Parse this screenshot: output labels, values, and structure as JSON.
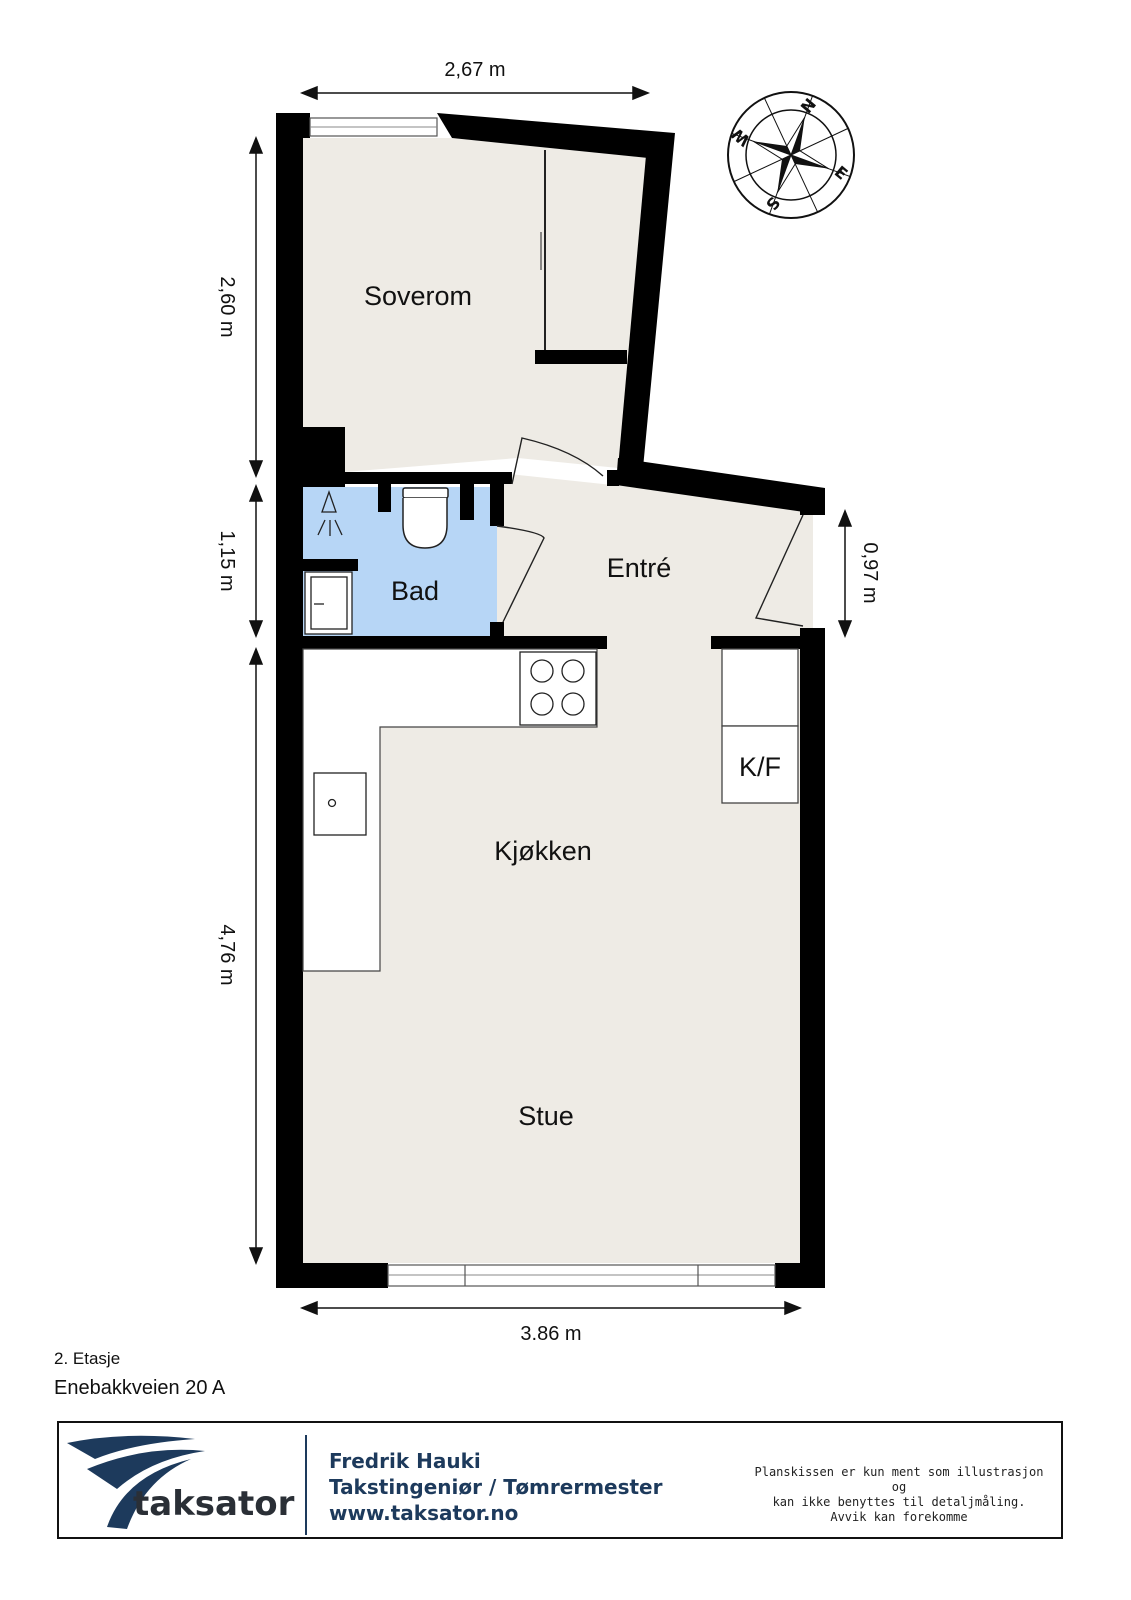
{
  "rooms": {
    "soverom": "Soverom",
    "bad": "Bad",
    "entre": "Entré",
    "kjokken": "Kjøkken",
    "stue": "Stue",
    "kf": "K/F"
  },
  "dimensions": {
    "top_width": "2,67 m",
    "bottom_width": "3,86 m",
    "left_upper": "2,60 m",
    "left_middle": "1,15 m",
    "left_lower": "4,76 m",
    "right_entry": "0,97 m"
  },
  "compass": {
    "north": "N",
    "east": "E",
    "south": "S",
    "west": "W"
  },
  "floor": {
    "level": "2. Etasje",
    "address": "Enebakkveien 20 A"
  },
  "footer": {
    "logo_text": "taksator",
    "name": "Fredrik Hauki",
    "title": "Takstingeniør / Tømrermester",
    "website": "www.taksator.no",
    "disclaimer": [
      "Planskissen er kun ment som illustrasjon og",
      "kan ikke benyttes til detaljmåling.",
      "Avvik kan forekomme"
    ]
  },
  "colors": {
    "wall": "#000000",
    "floor": "#eeebe5",
    "bathroom": "#b7d6f6",
    "brand": "#1d3a5c"
  }
}
